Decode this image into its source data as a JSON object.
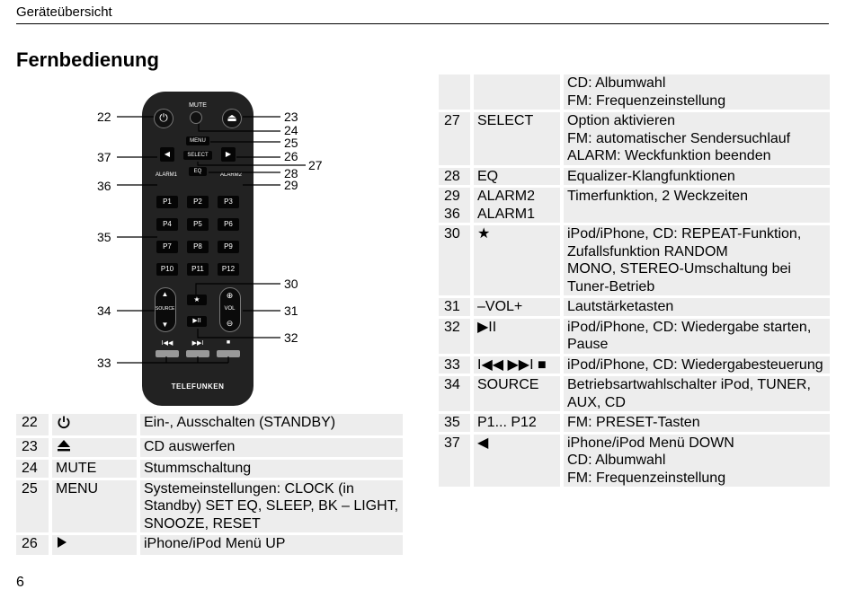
{
  "header": {
    "section": "Geräteübersicht"
  },
  "title": "Fernbedienung",
  "page_number": "6",
  "remote": {
    "mute_label": "MUTE",
    "menu_label": "MENU",
    "select_label": "SELECT",
    "eq_label": "EQ",
    "alarm1_label": "ALARM1",
    "alarm2_label": "ALARM2",
    "source_label": "SOURCE",
    "vol_label": "VOL",
    "brand": "TELEFUNKEN",
    "presets": [
      "P1",
      "P2",
      "P3",
      "P4",
      "P5",
      "P6",
      "P7",
      "P8",
      "P9",
      "P10",
      "P11",
      "P12"
    ]
  },
  "callouts": {
    "c22": "22",
    "c23": "23",
    "c24": "24",
    "c25": "25",
    "c26": "26",
    "c27": "27",
    "c28": "28",
    "c29": "29",
    "c30": "30",
    "c31": "31",
    "c32": "32",
    "c33": "33",
    "c34": "34",
    "c35": "35",
    "c36": "36",
    "c37": "37"
  },
  "left_table": [
    {
      "num": "22",
      "key": "",
      "icon": "power-icon",
      "desc": "Ein-, Ausschalten (STANDBY)"
    },
    {
      "num": "23",
      "key": "",
      "icon": "eject-icon",
      "desc": "CD auswerfen"
    },
    {
      "num": "24",
      "key": "MUTE",
      "desc": "Stummschaltung"
    },
    {
      "num": "25",
      "key": "MENU",
      "desc": "Systemeinstellungen: CLOCK (in Standby) SET EQ, SLEEP, BK – LIGHT, SNOOZE, RESET"
    },
    {
      "num": "26",
      "key": "",
      "icon": "play-right-icon",
      "desc": "iPhone/iPod Menü UP"
    }
  ],
  "right_table": [
    {
      "num": "",
      "key": "",
      "desc": "CD: Albumwahl\nFM: Frequenzeinstellung"
    },
    {
      "num": "27",
      "key": "SELECT",
      "desc": "Option aktivieren\nFM: automatischer Sendersuchlauf\nALARM: Weckfunktion beenden"
    },
    {
      "num": "28",
      "key": "EQ",
      "desc": "Equalizer-Klangfunktionen"
    },
    {
      "num": "29\n36",
      "key": "ALARM2\nALARM1",
      "desc": "Timerfunktion, 2 Weckzeiten"
    },
    {
      "num": "30",
      "key": "★",
      "desc": "iPod/iPhone, CD: REPEAT-Funktion, Zufallsfunktion RANDOM\nMONO, STEREO-Umschaltung bei Tuner-Betrieb"
    },
    {
      "num": "31",
      "key": "–VOL+",
      "desc": "Lautstärketasten"
    },
    {
      "num": "32",
      "key": "▶II",
      "desc": "iPod/iPhone, CD: Wiedergabe starten, Pause"
    },
    {
      "num": "33",
      "key": "I◀◀  ▶▶I  ■",
      "desc": "iPod/iPhone, CD: Wiedergabesteuerung"
    },
    {
      "num": "34",
      "key": "SOURCE",
      "desc": "Betriebsartwahlschalter iPod, TUNER, AUX, CD"
    },
    {
      "num": "35",
      "key": "P1... P12",
      "desc": "FM: PRESET-Tasten"
    },
    {
      "num": "37",
      "key": "◀",
      "desc": "iPhone/iPod Menü DOWN\nCD: Albumwahl\nFM: Frequenzeinstellung"
    }
  ]
}
